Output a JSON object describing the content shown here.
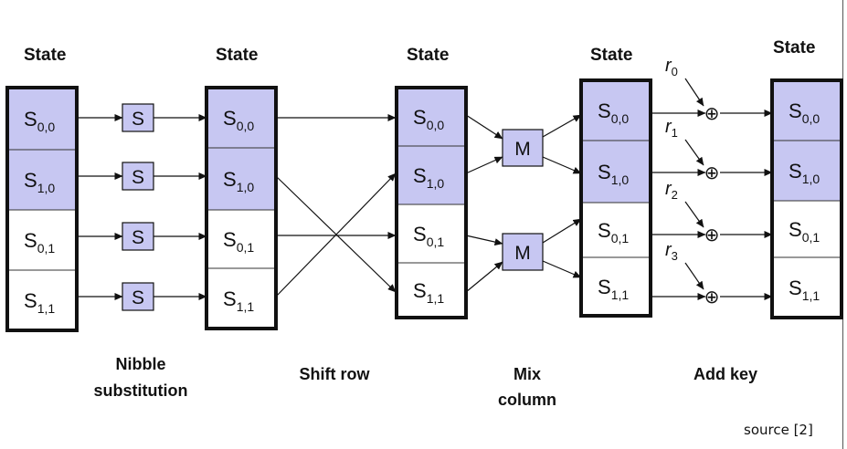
{
  "headers": [
    "State",
    "State",
    "State",
    "State",
    "State"
  ],
  "state_cells": [
    [
      "S",
      "0,0"
    ],
    [
      "S",
      "1,0"
    ],
    [
      "S",
      "0,1"
    ],
    [
      "S",
      "1,1"
    ]
  ],
  "colors": {
    "highlight": "#c7c7f2",
    "plain": "#ffffff",
    "stroke": "#111111"
  },
  "sbox_label": "S",
  "mix_label": "M",
  "xor_symbol": "⊕",
  "round_keys": [
    {
      "name": "r",
      "sub": "0"
    },
    {
      "name": "r",
      "sub": "1"
    },
    {
      "name": "r",
      "sub": "2"
    },
    {
      "name": "r",
      "sub": "3"
    }
  ],
  "steps": {
    "nibble": [
      "Nibble",
      "substitution"
    ],
    "shift": [
      "Shift row"
    ],
    "mix": [
      "Mix",
      "column"
    ],
    "addkey": [
      "Add key"
    ]
  },
  "source": "source [2]"
}
